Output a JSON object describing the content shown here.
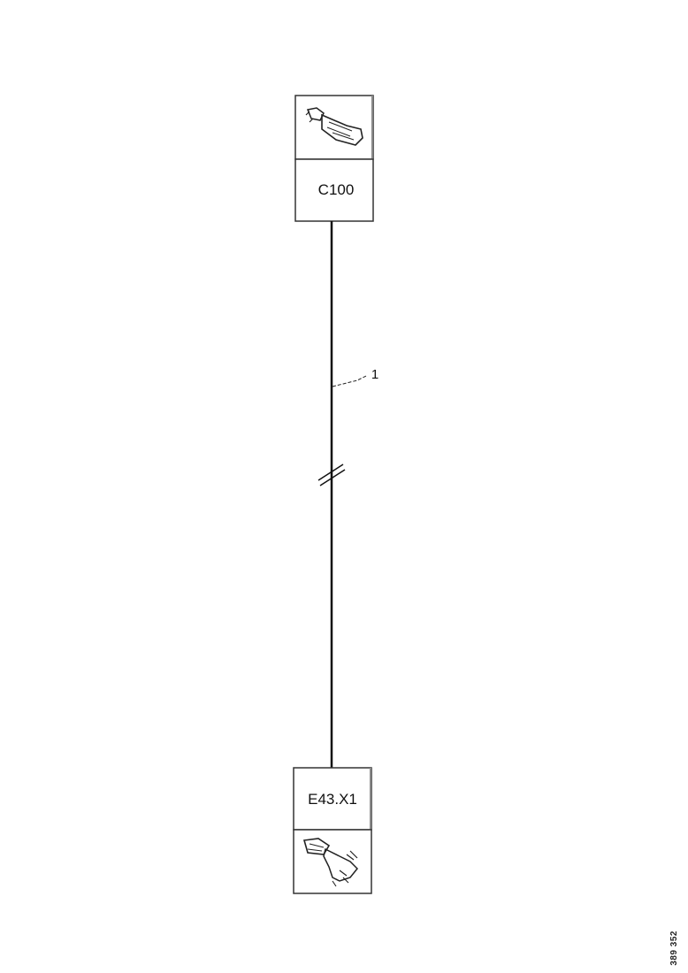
{
  "diagram": {
    "top_connector": {
      "label": "C100",
      "icon": "connector-plug-icon"
    },
    "bottom_connector": {
      "label": "E43.X1",
      "icon": "connector-plug-icon"
    },
    "wire_callout": {
      "label": "1"
    },
    "reference_number": "389 352",
    "colors": {
      "line": "#111111",
      "box_border": "#333333",
      "background": "#ffffff"
    }
  }
}
